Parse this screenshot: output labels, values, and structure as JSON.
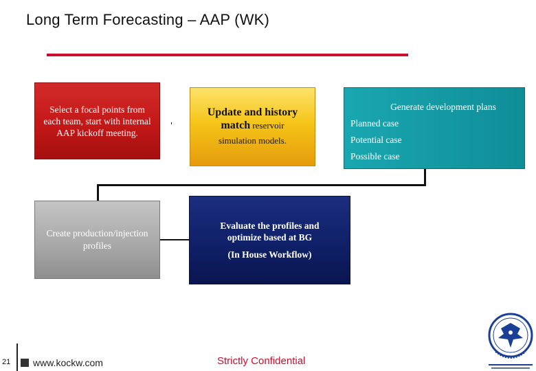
{
  "header": {
    "title": "Long Term Forecasting – AAP  (WK)"
  },
  "boxes": {
    "focal": {
      "text": "Select a focal points from each team, start with internal AAP kickoff meeting."
    },
    "update": {
      "line1": "Update and history",
      "line2_bold": "match",
      "line2_rest": " reservoir",
      "line3": "simulation models."
    },
    "generate": {
      "heading": "Generate development plans",
      "items": [
        "Planned case",
        "Potential case",
        "Possible case"
      ]
    },
    "create": {
      "text": "Create production/injection profiles"
    },
    "evaluate": {
      "line1": "Evaluate the profiles and",
      "line2": "optimize based at BG",
      "line3": "(In House Workflow)"
    }
  },
  "footer": {
    "page_number": "21",
    "website": "www.kockw.com",
    "confidential": "Strictly Confidential"
  },
  "colors": {
    "accent_red": "#c8102e",
    "box_red": "#c41818",
    "box_yellow": "#f5c518",
    "box_teal": "#0f8d97",
    "box_grey": "#a9a9a9",
    "box_navy": "#0f1f66"
  },
  "logo": {
    "icon": "kuwait-oil-company-falcon-logo"
  }
}
